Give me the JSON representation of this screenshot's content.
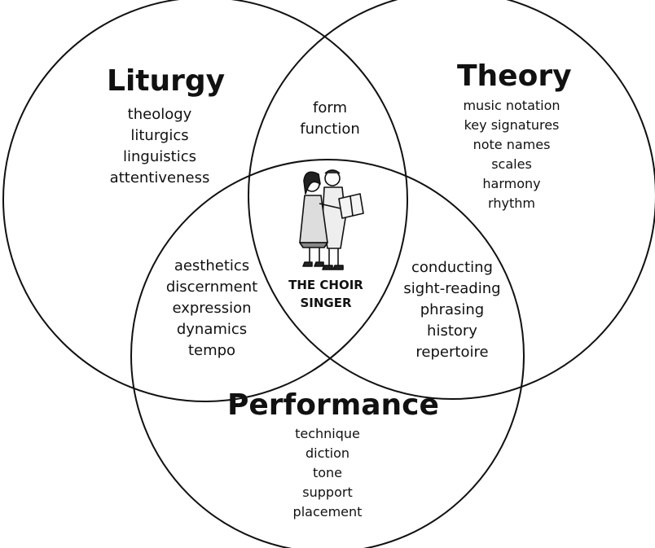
{
  "diagram": {
    "type": "venn",
    "stroke_color": "#111111",
    "sets": {
      "liturgy": {
        "title": "Liturgy",
        "items": [
          "theology",
          "liturgics",
          "linguistics",
          "attentiveness"
        ]
      },
      "theory": {
        "title": "Theory",
        "items": [
          "music notation",
          "key signatures",
          "note names",
          "scales",
          "harmony",
          "rhythm"
        ]
      },
      "performance": {
        "title": "Performance",
        "items": [
          "technique",
          "diction",
          "tone",
          "support",
          "placement"
        ]
      }
    },
    "intersections": {
      "liturgy_theory": [
        "form",
        "function"
      ],
      "liturgy_performance": [
        "aesthetics",
        "discernment",
        "expression",
        "dynamics",
        "tempo"
      ],
      "theory_performance": [
        "conducting",
        "sight-reading",
        "phrasing",
        "history",
        "repertoire"
      ]
    },
    "center": {
      "label_line1": "THE CHOIR",
      "label_line2": "SINGER",
      "image": "choir-singers-illustration"
    }
  }
}
